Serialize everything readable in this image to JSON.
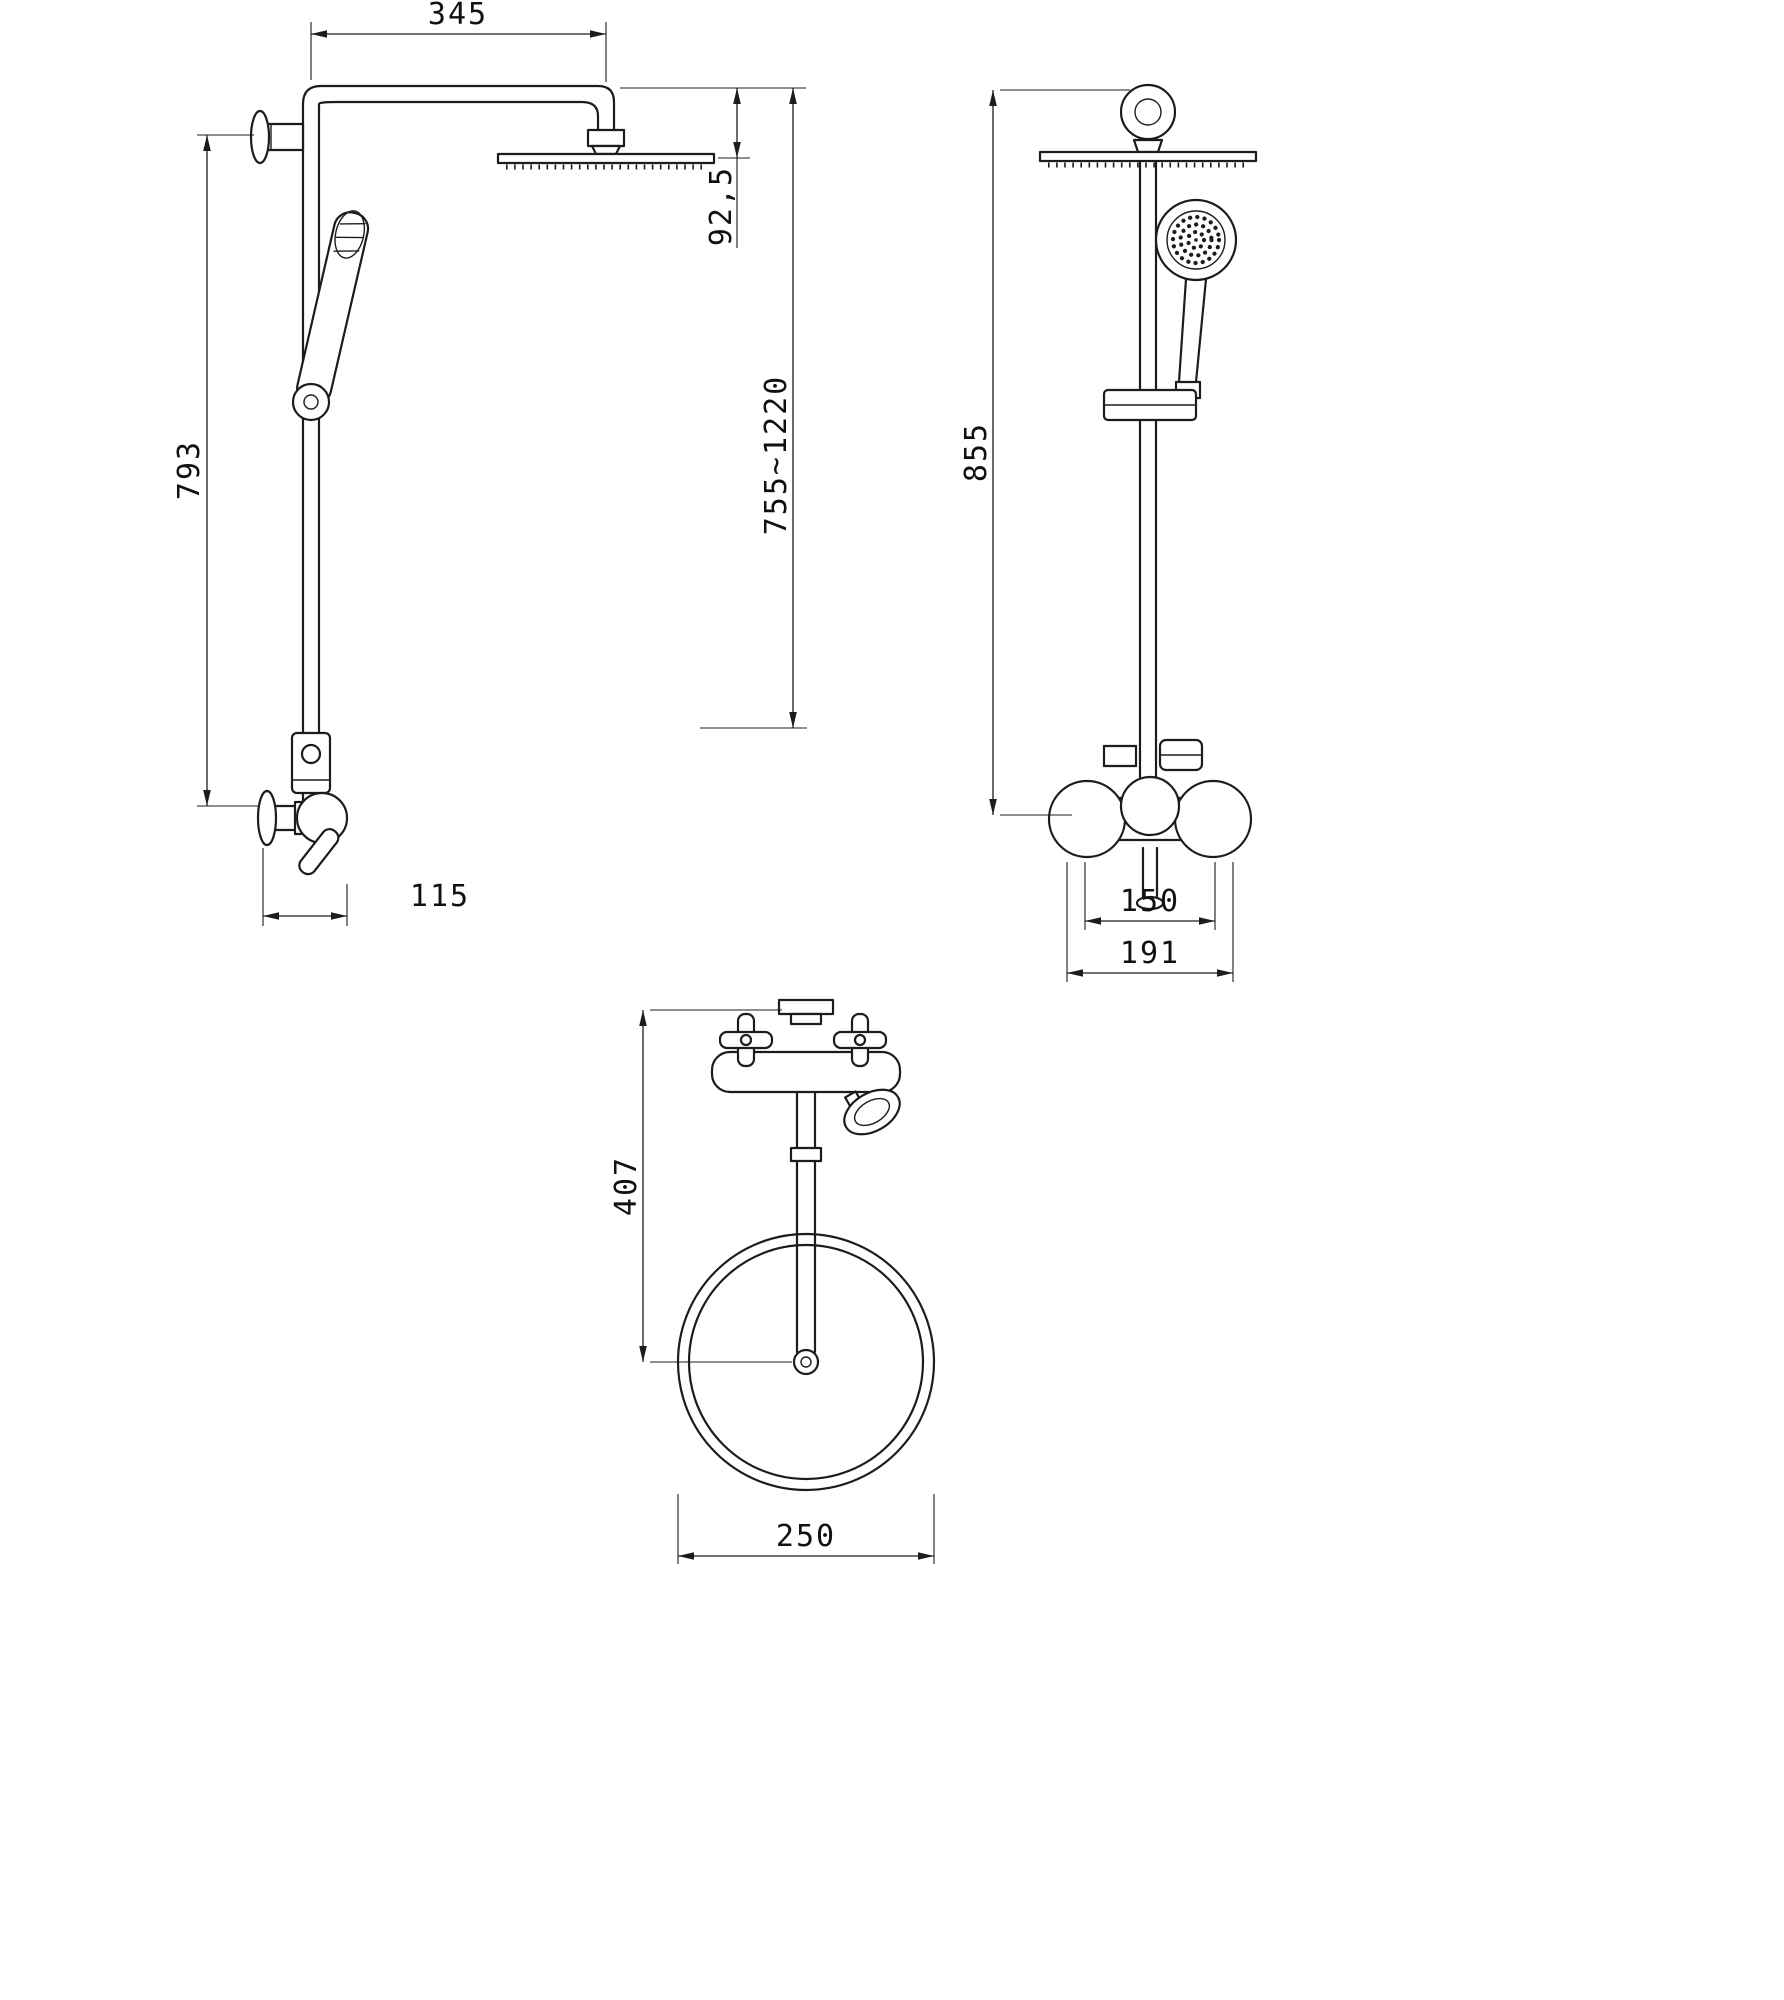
{
  "page": {
    "background": "#ffffff",
    "line_color": "#1c1c1c"
  },
  "views": {
    "side": {
      "dim_arm_length": "345",
      "dim_head_drop": "92,5",
      "dim_adjustable_height": "755~1220",
      "dim_bar_height": "793",
      "dim_wall_offset": "115"
    },
    "front": {
      "dim_total_height": "855",
      "dim_valve_centers": "150",
      "dim_body_width": "191"
    },
    "top": {
      "dim_arm_reach": "407",
      "dim_head_diameter": "250"
    }
  }
}
